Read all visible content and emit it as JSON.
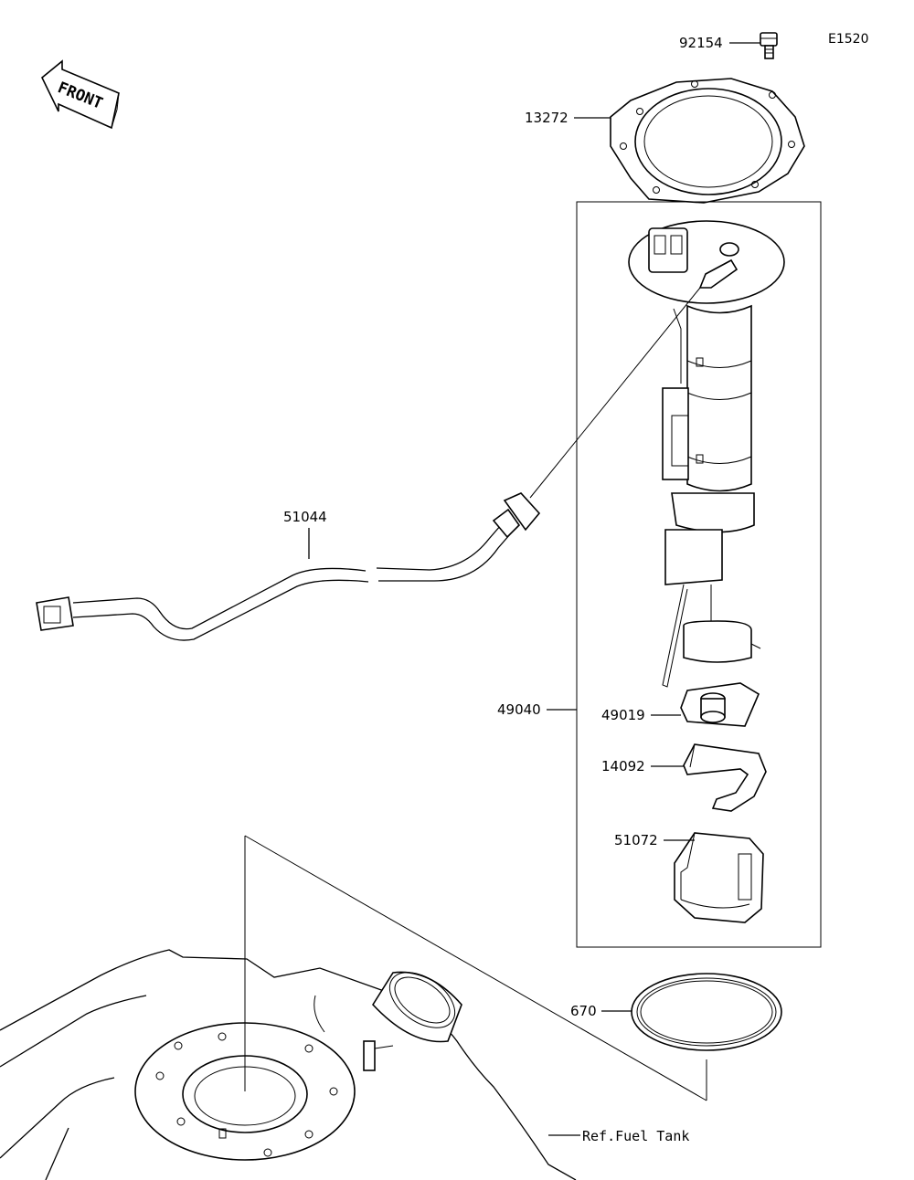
{
  "diagram_code": "E1520",
  "front_label": "FRONT",
  "parts": [
    {
      "id": "92154"
    },
    {
      "id": "13272"
    },
    {
      "id": "51044"
    },
    {
      "id": "49040"
    },
    {
      "id": "49019"
    },
    {
      "id": "14092"
    },
    {
      "id": "51072"
    },
    {
      "id": "670"
    }
  ],
  "reference": "Ref.Fuel Tank"
}
